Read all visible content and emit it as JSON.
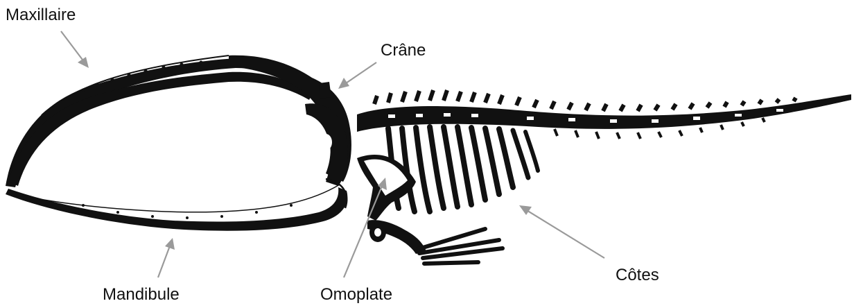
{
  "labels": {
    "maxillaire": "Maxillaire",
    "crane": "Crâne",
    "mandibule": "Mandibule",
    "omoplate": "Omoplate",
    "cotes": "Côtes"
  },
  "colors": {
    "bone": "#111111",
    "arrow": "#9a9a9a",
    "background": "#ffffff"
  }
}
